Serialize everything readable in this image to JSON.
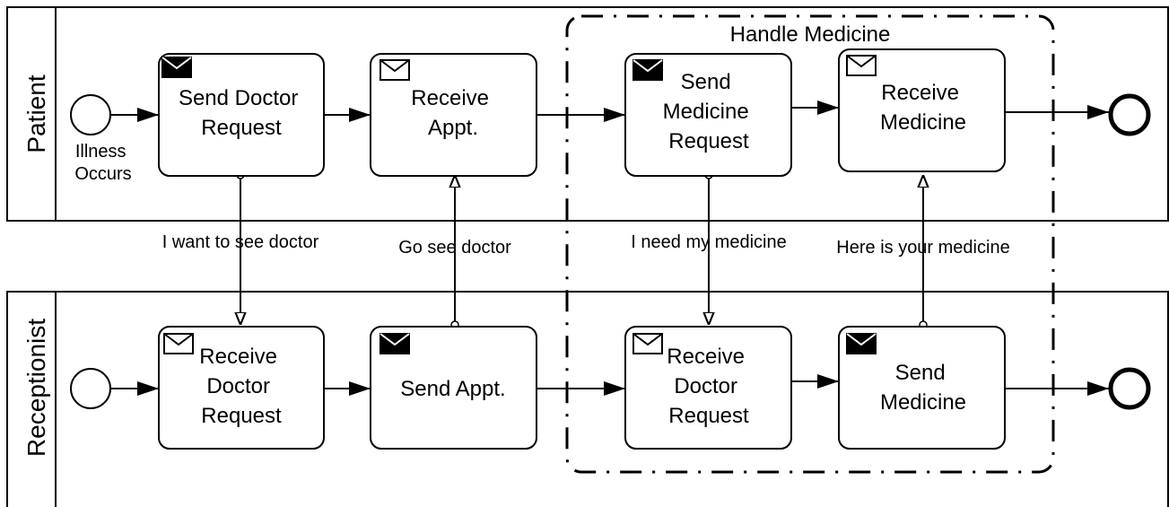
{
  "pools": [
    {
      "label": "Patient"
    },
    {
      "label": "Receptionist"
    }
  ],
  "group": {
    "label": "Handle Medicine"
  },
  "patient_start_event": {
    "label_lines": [
      "Illness",
      "Occurs"
    ]
  },
  "tasks": {
    "send_doctor_request": {
      "lines": [
        "Send Doctor",
        "Request"
      ],
      "message": "send"
    },
    "receive_appt": {
      "lines": [
        "Receive",
        "Appt."
      ],
      "message": "receive"
    },
    "send_medicine_request": {
      "lines": [
        "Send",
        "Medicine",
        "Request"
      ],
      "message": "send"
    },
    "receive_medicine": {
      "lines": [
        "Receive",
        "Medicine"
      ],
      "message": "receive"
    },
    "receive_doctor_request_1": {
      "lines": [
        "Receive",
        "Doctor",
        "Request"
      ],
      "message": "receive"
    },
    "send_appt": {
      "lines": [
        "Send Appt."
      ],
      "message": "send"
    },
    "receive_doctor_request_2": {
      "lines": [
        "Receive",
        "Doctor",
        "Request"
      ],
      "message": "receive"
    },
    "send_medicine": {
      "lines": [
        "Send",
        "Medicine"
      ],
      "message": "send"
    }
  },
  "message_flows": [
    {
      "label": "I want to see doctor"
    },
    {
      "label": "Go see doctor"
    },
    {
      "label": "I need my medicine"
    },
    {
      "label": "Here is your medicine"
    }
  ]
}
